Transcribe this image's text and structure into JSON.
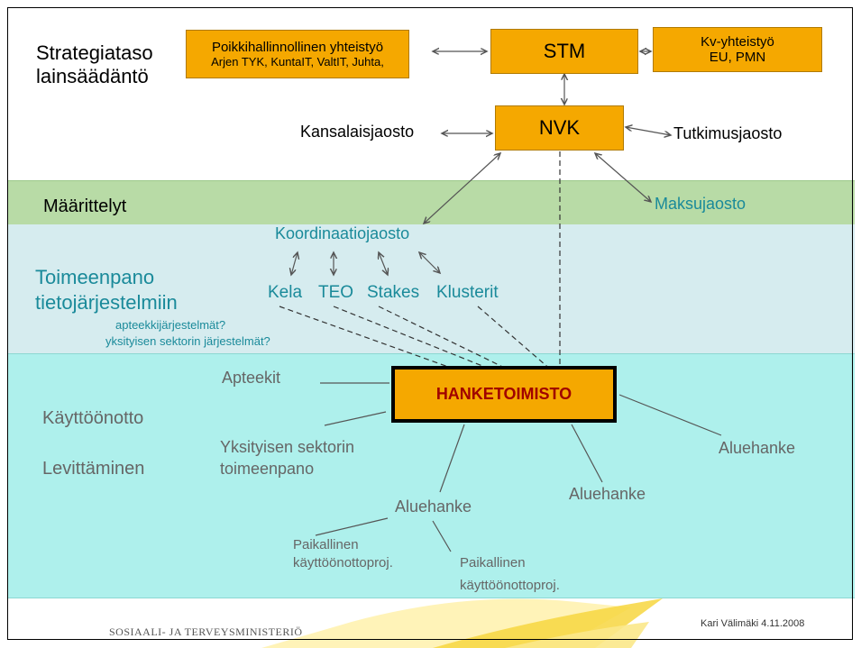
{
  "strategy": {
    "line1": "Strategiataso",
    "line2": "lainsäädäntö"
  },
  "boxes": {
    "poikki_line1": "Poikkihallinnollinen yhteistyö",
    "poikki_line2": "Arjen TYK, KuntaIT, ValtIT, Juhta,",
    "stm": "STM",
    "kv_line1": "Kv-yhteistyö",
    "kv_line2": "EU, PMN",
    "nvk": "NVK",
    "hanketoimisto": "HANKETOIMISTO"
  },
  "side": {
    "kansalaisjaosto": "Kansalaisjaosto",
    "tutkimusjaosto": "Tutkimusjaosto",
    "maksujaosto": "Maksujaosto"
  },
  "maarittelyt": "Määrittelyt",
  "toimeenpano": {
    "line1": "Toimeenpano",
    "line2": "tietojärjestelmiin",
    "note1": "apteekkijärjestelmät?",
    "note2": "yksityisen sektorin järjestelmät?",
    "koordinaatiojaosto": "Koordinaatiojaosto",
    "kela": "Kela",
    "teo": "TEO",
    "stakes": "Stakes",
    "klusterit": "Klusterit"
  },
  "kayttoonotto": {
    "label": "Käyttöönotto",
    "levittaminen": "Levittäminen",
    "apteekit": "Apteekit",
    "yksityinen_line1": "Yksityisen sektorin",
    "yksityinen_line2": "toimeenpano",
    "aluehanke_center": "Aluehanke",
    "aluehanke_mid": "Aluehanke",
    "aluehanke_right": "Aluehanke",
    "paikallinen1_line1": "Paikallinen",
    "paikallinen1_line2": "käyttöönottoproj.",
    "paikallinen2_line1": "Paikallinen",
    "paikallinen2_line2": "käyttöönottoproj."
  },
  "footer": {
    "ministry": "SOSIAALI- JA TERVEYSMINISTERIÖ",
    "author_date": "Kari Välimäki 4.11.2008"
  },
  "colors": {
    "box_fill": "#f5a800",
    "band_green": "#b8dba6",
    "band_lightblue": "#d6ecef",
    "band_cyan": "#aef0ec",
    "teal_text": "#1a8a9a",
    "hanketoimisto_text": "#a00000"
  }
}
